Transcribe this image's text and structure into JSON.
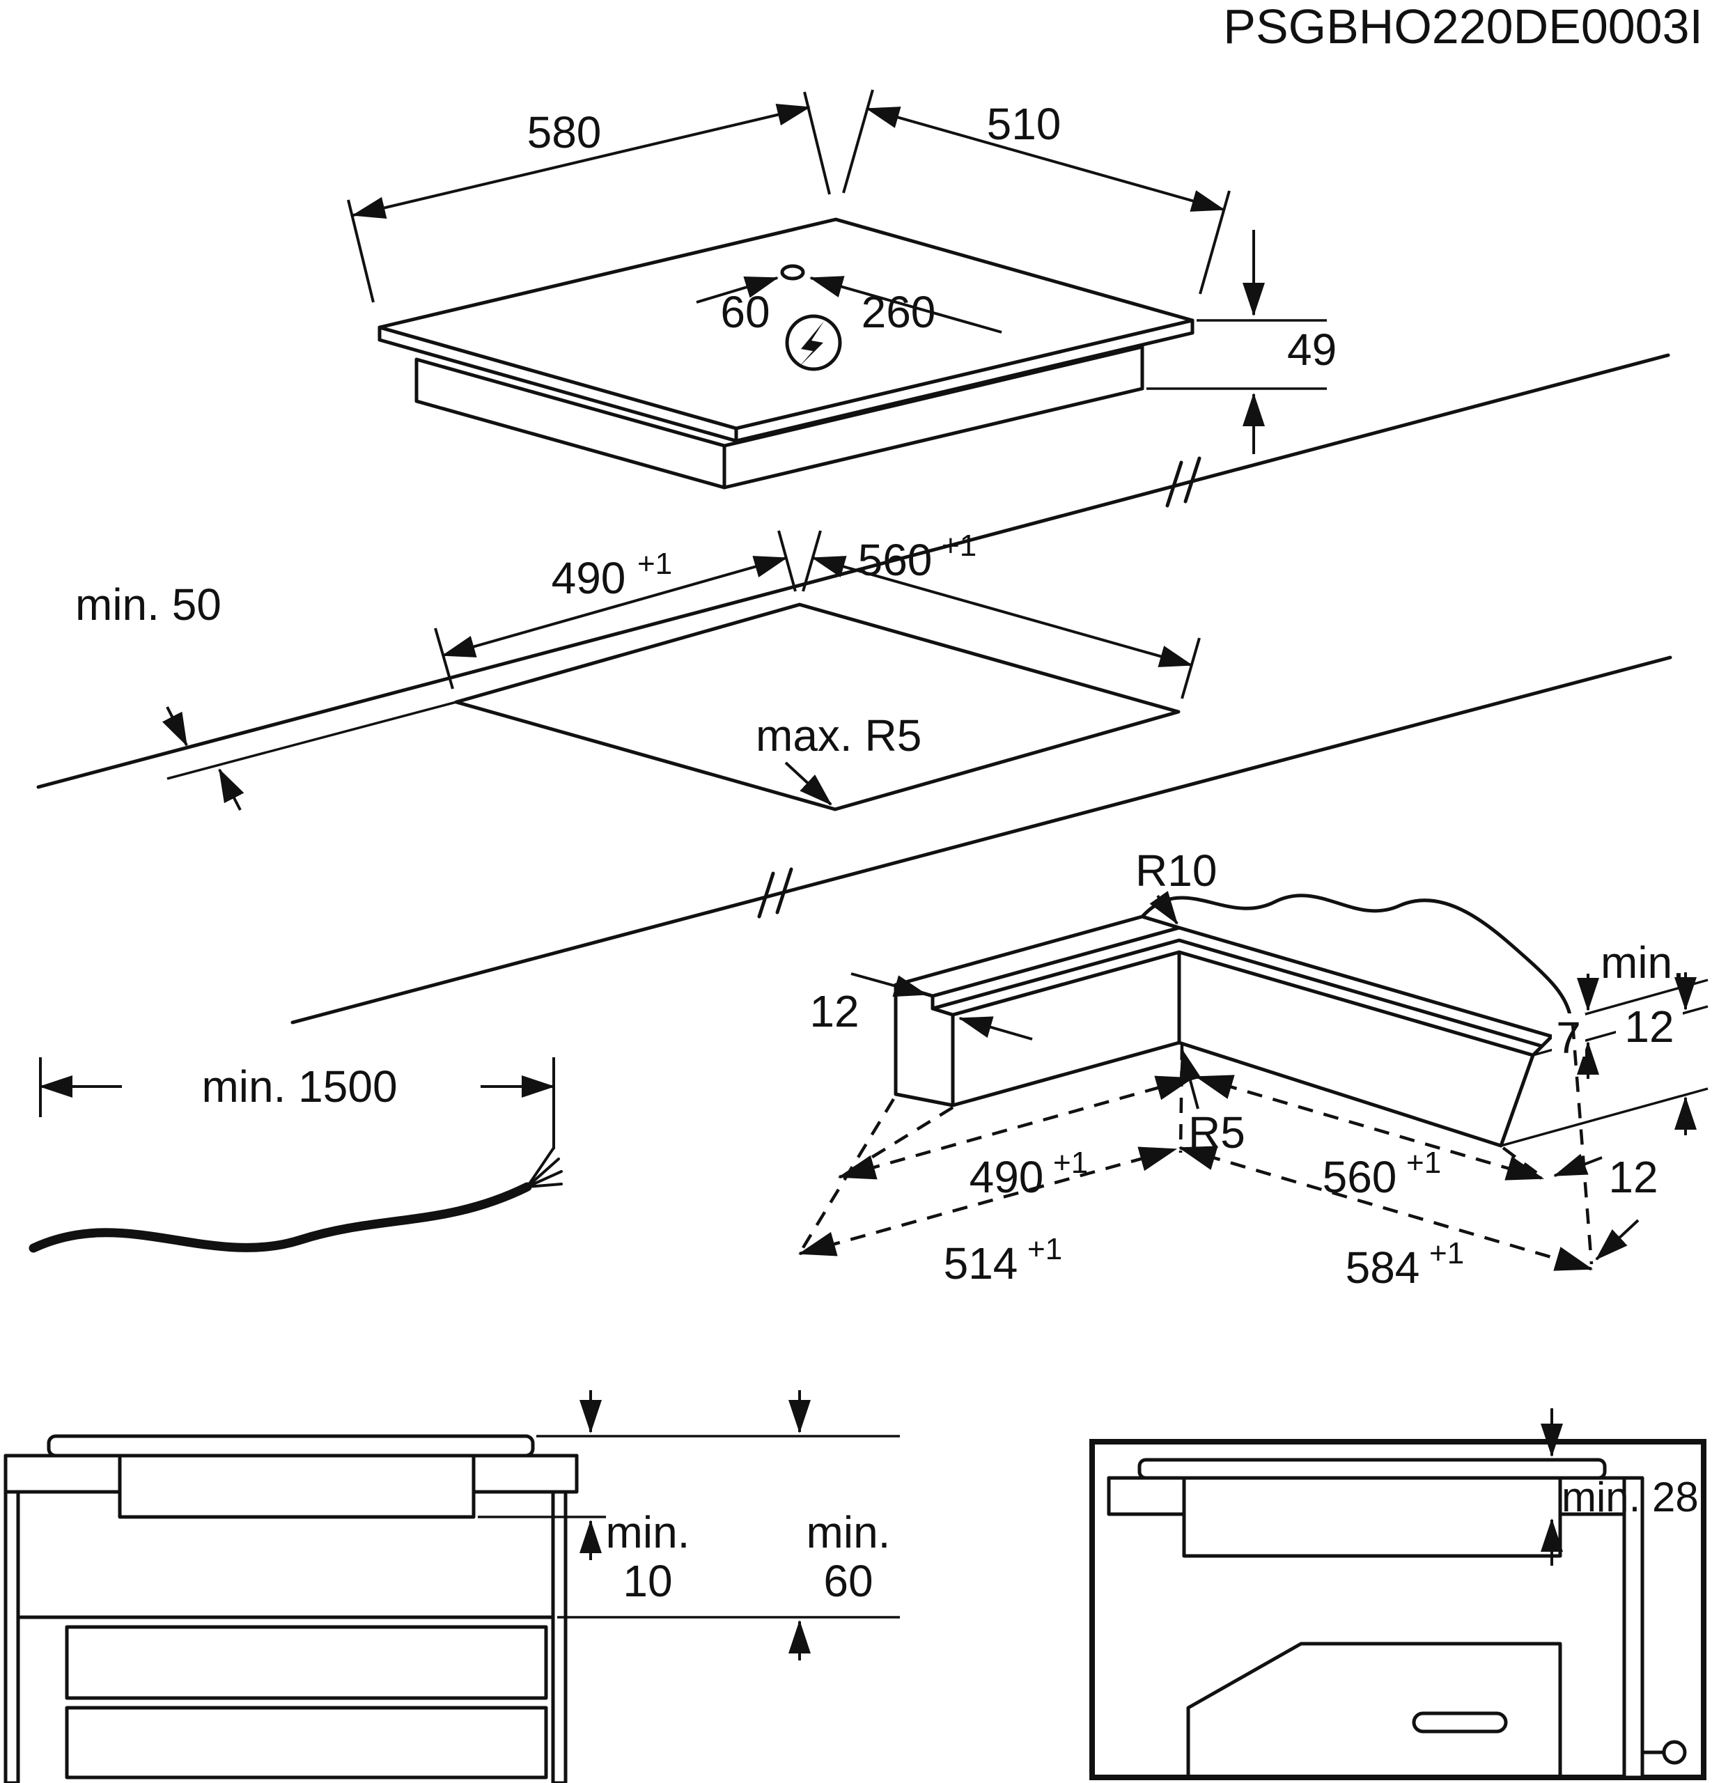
{
  "diagram_code": "PSGBHO220DE0003I",
  "colors": {
    "line": "#111111",
    "background": "#ffffff"
  },
  "hob": {
    "width": "580",
    "depth": "510",
    "hole_offset": "60",
    "hole_to_edge": "260",
    "height": "49",
    "power_symbol": "lightning-icon"
  },
  "cutout": {
    "front_clearance": "min. 50",
    "depth": "490",
    "depth_tol": "+1",
    "width": "560",
    "width_tol": "+1",
    "corner_radius": "max. R5"
  },
  "corner": {
    "outer_radius": "R10",
    "inner_radius": "R5",
    "min_word": "min.",
    "min_value": "12",
    "step_depth": "7",
    "ledge_left": "12",
    "ledge_right": "12",
    "inner_depth": "490",
    "inner_depth_tol": "+1",
    "inner_width": "560",
    "inner_width_tol": "+1",
    "outer_depth": "514",
    "outer_depth_tol": "+1",
    "outer_width": "584",
    "outer_width_tol": "+1"
  },
  "cable": {
    "length": "min. 1500"
  },
  "drawer_view": {
    "min_word_a": "min.",
    "gap_a": "10",
    "min_word_b": "min.",
    "gap_b": "60"
  },
  "oven_view": {
    "worktop_thickness": "min. 28"
  }
}
